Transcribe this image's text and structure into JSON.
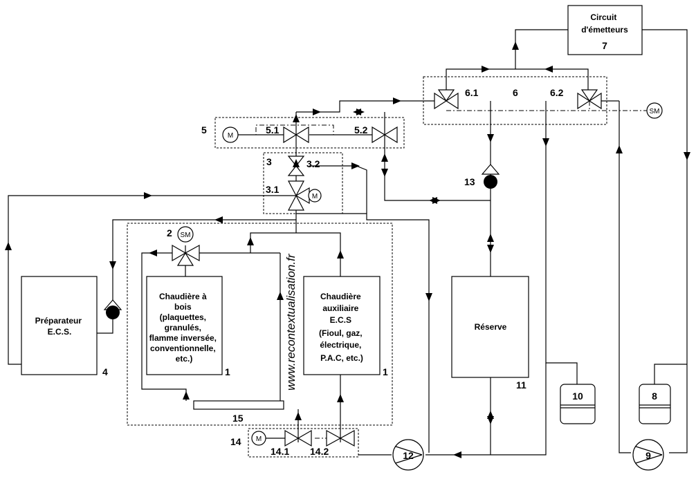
{
  "components": {
    "preparateur": {
      "lines": [
        "Préparateur",
        "E.C.S."
      ],
      "number": "4"
    },
    "chaudiere_bois": {
      "lines": [
        "Chaudière à",
        "bois",
        "(plaquettes,",
        "granulés,",
        "flamme inversée,",
        "conventionnelle,",
        "etc.)"
      ],
      "number": "1"
    },
    "chaudiere_aux": {
      "lines": [
        "Chaudière",
        "auxiliaire",
        "E.C.S",
        "(Fioul, gaz,",
        "électrique,",
        "P.A.C, etc.)"
      ],
      "number": "1"
    },
    "reserve": {
      "lines": [
        "Réserve"
      ],
      "number": "11"
    },
    "circuit": {
      "lines": [
        "Circuit",
        "d'émetteurs"
      ],
      "number": "7"
    },
    "vessel_10": {
      "number": "10"
    },
    "vessel_8": {
      "number": "8"
    }
  },
  "labels": {
    "group_2": "2",
    "group_3": "3",
    "valve_3_1": "3.1",
    "valve_3_2": "3.2",
    "group_5": "5",
    "valve_5_1": "5.1",
    "valve_5_2": "5.2",
    "group_6": "6",
    "valve_6_1": "6.1",
    "valve_6_2": "6.2",
    "pump_9": "9",
    "pump_12": "12",
    "pump_13": "13",
    "group_14": "14",
    "valve_14_1": "14.1",
    "valve_14_2": "14.2",
    "exchanger_15": "15"
  },
  "motors": {
    "m": "M",
    "sm": "SM"
  },
  "watermark": "www.recontextualisation.fr"
}
